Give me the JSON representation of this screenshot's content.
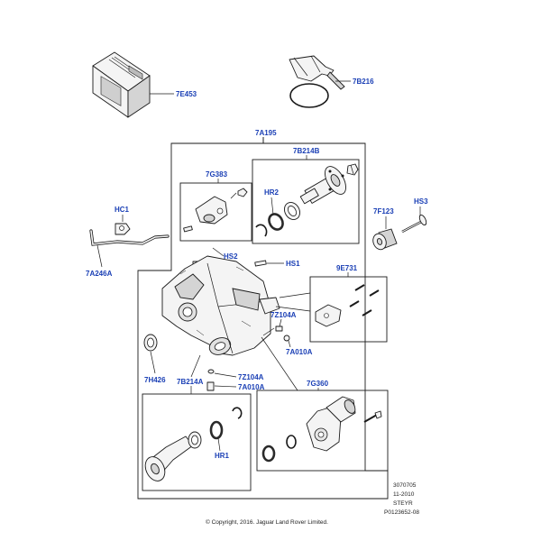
{
  "labels": {
    "ecu": "7E453",
    "sealant": "7B216",
    "assembly": "7A195",
    "output_flange": "7B214B",
    "sensor_group": "7G383",
    "front_ring": "HR2",
    "wire_clip": "HC1",
    "harness": "7A246A",
    "mount_bolt": "HS3",
    "mount": "7F123",
    "screw_hs2": "HS2",
    "screw_hs1": "HS1",
    "bracket_kit": "9E731",
    "plug_upper": "7Z104A",
    "washer_upper": "7A010A",
    "seal_left": "7H426",
    "rear_flange": "7B214A",
    "plug_lower": "7Z104A",
    "washer_lower": "7A010A",
    "motor_kit": "7G360",
    "rear_ring": "HR1"
  },
  "meta": {
    "code": "3070705",
    "date": "11-2010",
    "plant": "STEYR",
    "ref": "P0123652-08",
    "copyright": "© Copyright, 2016. Jaguar Land Rover Limited."
  },
  "colors": {
    "callout": "#1a3fb5",
    "line": "#1a1a1a",
    "part_fill": "#f4f4f4"
  }
}
